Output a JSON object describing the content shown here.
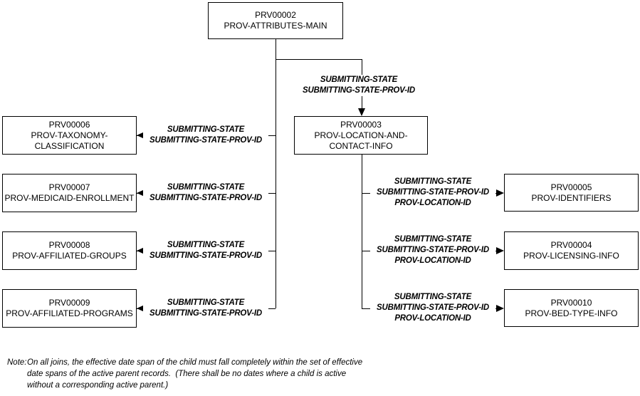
{
  "nodes": {
    "main": {
      "lines": [
        "PRV00002",
        "PROV-ATTRIBUTES-MAIN"
      ]
    },
    "location": {
      "lines": [
        "PRV00003",
        "PROV-LOCATION-AND-",
        "CONTACT-INFO"
      ]
    },
    "taxonomy": {
      "lines": [
        "PRV00006",
        "PROV-TAXONOMY-",
        "CLASSIFICATION"
      ]
    },
    "medicaid": {
      "lines": [
        "PRV00007",
        "PROV-MEDICAID-ENROLLMENT"
      ]
    },
    "groups": {
      "lines": [
        "PRV00008",
        "PROV-AFFILIATED-GROUPS"
      ]
    },
    "programs": {
      "lines": [
        "PRV00009",
        "PROV-AFFILIATED-PROGRAMS"
      ]
    },
    "identifiers": {
      "lines": [
        "PRV00005",
        "PROV-IDENTIFIERS"
      ]
    },
    "licensing": {
      "lines": [
        "PRV00004",
        "PROV-LICENSING-INFO"
      ]
    },
    "bedtype": {
      "lines": [
        "PRV00010",
        "PROV-BED-TYPE-INFO"
      ]
    }
  },
  "edges": {
    "main_to_location": {
      "lines": [
        "SUBMITTING-STATE",
        "SUBMITTING-STATE-PROV-ID"
      ]
    },
    "main_to_taxonomy": {
      "lines": [
        "SUBMITTING-STATE",
        "SUBMITTING-STATE-PROV-ID"
      ]
    },
    "main_to_medicaid": {
      "lines": [
        "SUBMITTING-STATE",
        "SUBMITTING-STATE-PROV-ID"
      ]
    },
    "main_to_groups": {
      "lines": [
        "SUBMITTING-STATE",
        "SUBMITTING-STATE-PROV-ID"
      ]
    },
    "main_to_programs": {
      "lines": [
        "SUBMITTING-STATE",
        "SUBMITTING-STATE-PROV-ID"
      ]
    },
    "location_to_identifiers": {
      "lines": [
        "SUBMITTING-STATE",
        "SUBMITTING-STATE-PROV-ID",
        "PROV-LOCATION-ID"
      ]
    },
    "location_to_licensing": {
      "lines": [
        "SUBMITTING-STATE",
        "SUBMITTING-STATE-PROV-ID",
        "PROV-LOCATION-ID"
      ]
    },
    "location_to_bedtype": {
      "lines": [
        "SUBMITTING-STATE",
        "SUBMITTING-STATE-PROV-ID",
        "PROV-LOCATION-ID"
      ]
    }
  },
  "note": {
    "prefix": "Note:",
    "lines": [
      "On all joins, the effective date span of the child must fall completely within the set of effective",
      "date spans of the active parent records.  (There shall be no dates where a child is active",
      "without a corresponding active parent.)"
    ]
  },
  "colors": {
    "background": "#ffffff",
    "line": "#000000",
    "box_border": "#000000",
    "text": "#000000"
  }
}
